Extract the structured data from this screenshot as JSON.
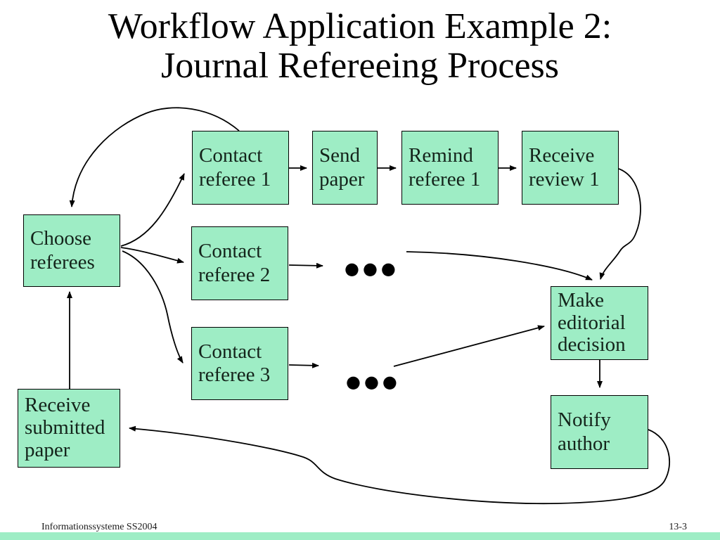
{
  "slide": {
    "title": {
      "line1": "Workflow Application Example 2:",
      "line2": "Journal Refereeing Process"
    },
    "footer": {
      "left": "Informationssysteme SS2004",
      "right": "13-3"
    }
  },
  "colors": {
    "background": "#ffffff",
    "box_fill": "#9eedc5",
    "box_border": "#000000",
    "box_text": "#14241b",
    "arrow": "#000000",
    "footer_band": "#9eedc5"
  },
  "diagram": {
    "ellipsis": "●●●",
    "nodes": [
      {
        "id": "choose-referees",
        "label": "Choose\nreferees"
      },
      {
        "id": "contact-referee-1",
        "label": "Contact\nreferee 1"
      },
      {
        "id": "send-paper",
        "label": "Send\npaper"
      },
      {
        "id": "remind-referee-1",
        "label": "Remind\nreferee 1"
      },
      {
        "id": "receive-review-1",
        "label": "Receive\nreview 1"
      },
      {
        "id": "contact-referee-2",
        "label": "Contact\nreferee 2"
      },
      {
        "id": "contact-referee-3",
        "label": "Contact\nreferee 3"
      },
      {
        "id": "make-editorial-decision",
        "label": "Make\neditorial\ndecision"
      },
      {
        "id": "notify-author",
        "label": "Notify\nauthor"
      },
      {
        "id": "receive-submitted-paper",
        "label": "Receive\nsubmitted\npaper"
      }
    ],
    "connections": [
      {
        "from": "choose-referees",
        "to": "contact-referee-1"
      },
      {
        "from": "contact-referee-1",
        "to": "send-paper"
      },
      {
        "from": "send-paper",
        "to": "remind-referee-1"
      },
      {
        "from": "remind-referee-1",
        "to": "receive-review-1"
      },
      {
        "from": "receive-review-1",
        "to": "make-editorial-decision"
      },
      {
        "from": "contact-referee-1",
        "to": "choose-referees"
      },
      {
        "from": "choose-referees",
        "to": "contact-referee-2"
      },
      {
        "from": "contact-referee-2",
        "to": "ellipsis-row-2"
      },
      {
        "from": "ellipsis-row-2",
        "to": "make-editorial-decision"
      },
      {
        "from": "choose-referees",
        "to": "contact-referee-3"
      },
      {
        "from": "contact-referee-3",
        "to": "ellipsis-row-3"
      },
      {
        "from": "ellipsis-row-3",
        "to": "make-editorial-decision"
      },
      {
        "from": "make-editorial-decision",
        "to": "notify-author"
      },
      {
        "from": "notify-author",
        "to": "receive-submitted-paper"
      },
      {
        "from": "receive-submitted-paper",
        "to": "choose-referees"
      }
    ]
  }
}
